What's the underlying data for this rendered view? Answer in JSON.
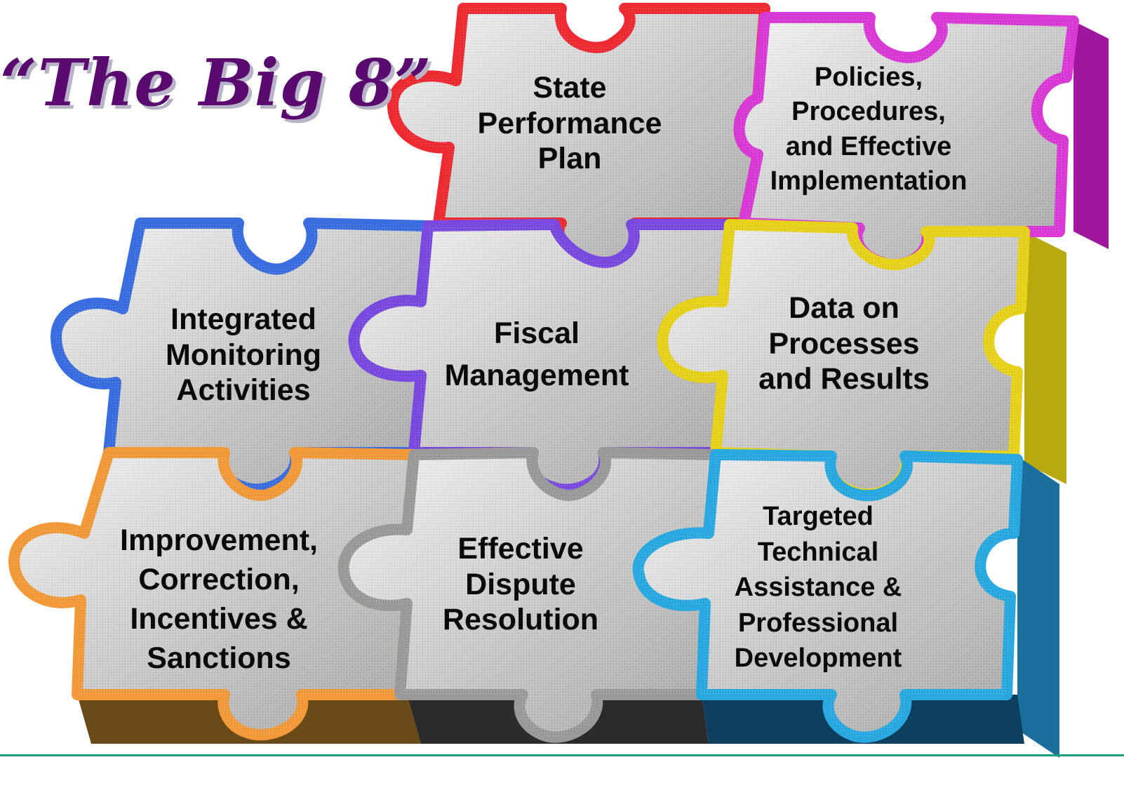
{
  "title": "“The Big 8”",
  "pieces": [
    {
      "id": "state-performance-plan",
      "lines": [
        "State",
        "Performance",
        "Plan"
      ],
      "color": "#ee2a33"
    },
    {
      "id": "policies-procedures",
      "lines": [
        "Policies,",
        "Procedures,",
        "and Effective",
        "Implementation"
      ],
      "color": "#d93ad6"
    },
    {
      "id": "integrated-monitoring",
      "lines": [
        "Integrated",
        "Monitoring",
        "Activities"
      ],
      "color": "#3a6ee0"
    },
    {
      "id": "fiscal-management",
      "lines": [
        "Fiscal",
        "Management"
      ],
      "color": "#7a4ae0"
    },
    {
      "id": "data-processes-results",
      "lines": [
        "Data on",
        "Processes",
        "and Results"
      ],
      "color": "#e6d21c"
    },
    {
      "id": "improvement-correction",
      "lines": [
        "Improvement,",
        "Correction,",
        "Incentives &",
        "Sanctions"
      ],
      "color": "#f29a3a"
    },
    {
      "id": "effective-dispute-resolution",
      "lines": [
        "Effective",
        "Dispute",
        "Resolution"
      ],
      "color": "#9a9a9a"
    },
    {
      "id": "targeted-technical-assistance",
      "lines": [
        "Targeted",
        "Technical",
        "Assistance &",
        "Professional",
        "Development"
      ],
      "color": "#2aa8e0"
    }
  ]
}
